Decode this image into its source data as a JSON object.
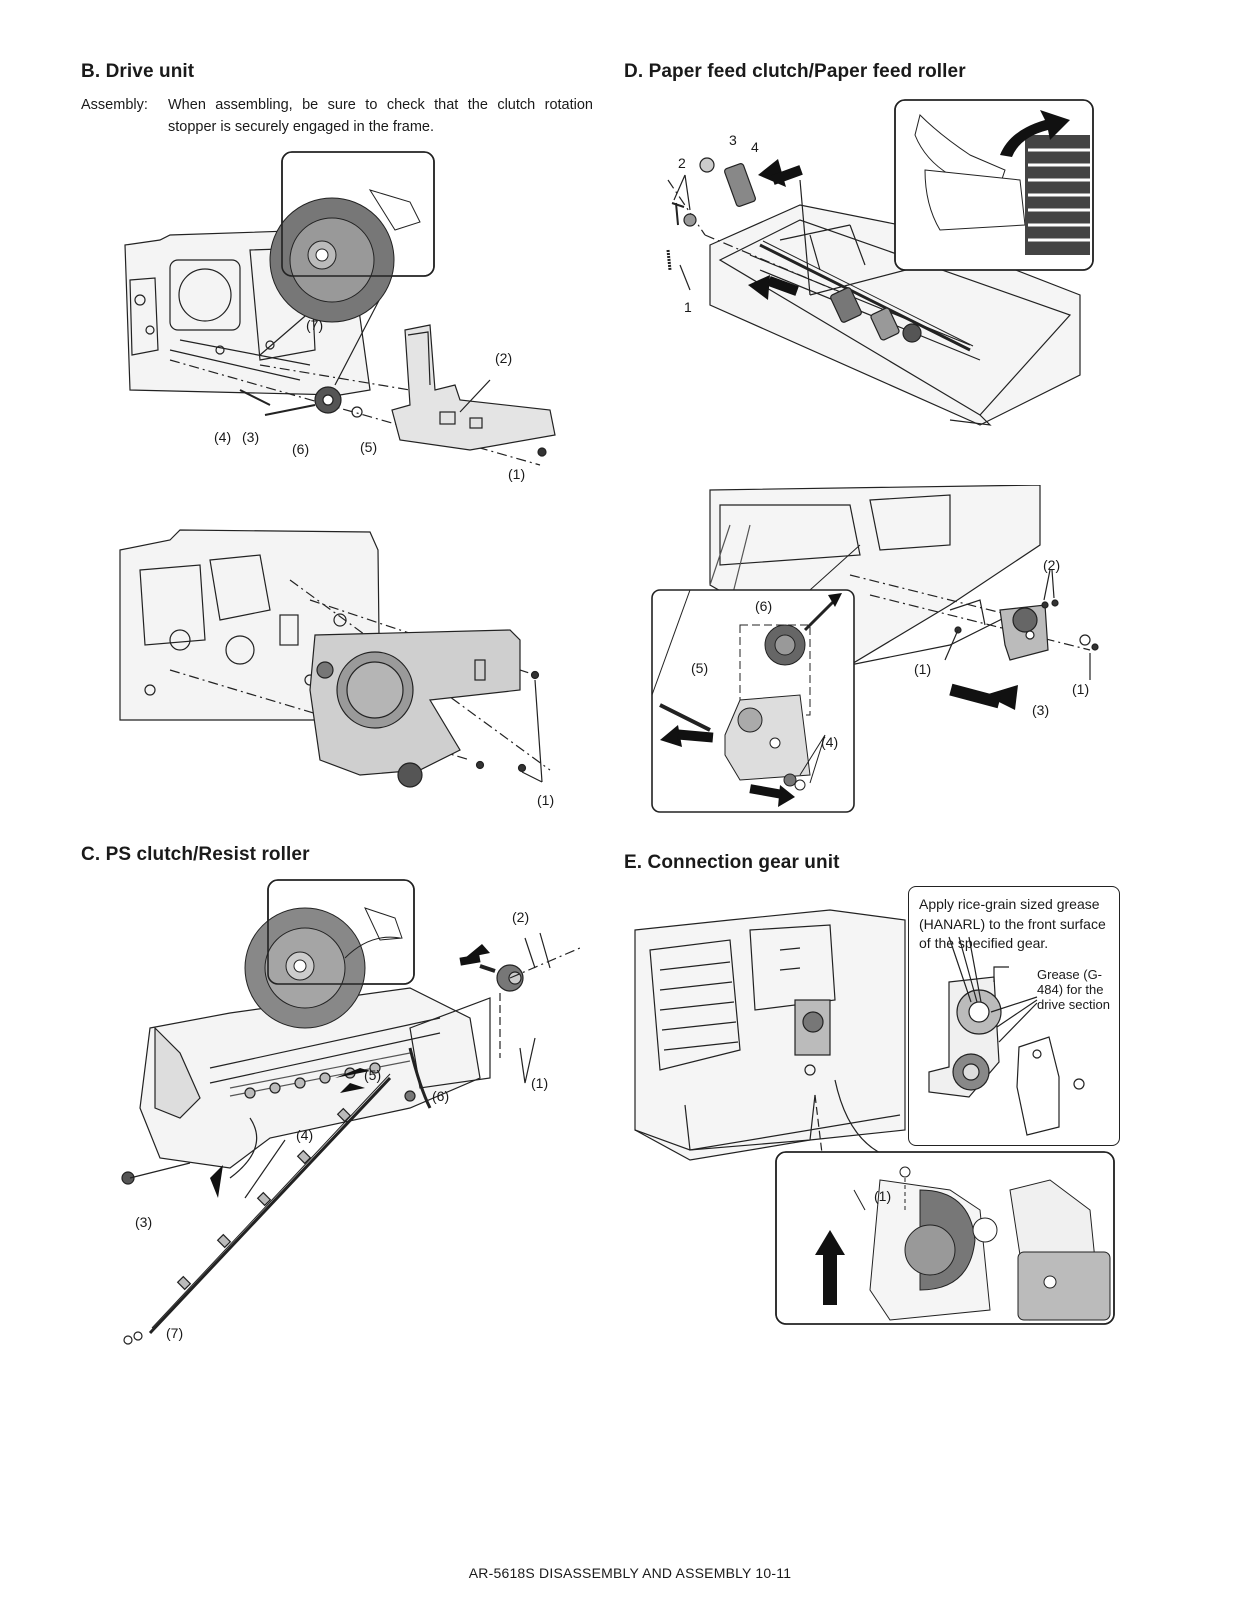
{
  "sections": {
    "B": {
      "title": "B. Drive unit",
      "note_label": "Assembly:",
      "note_text": "When assembling, be sure to check that the clutch rotation stopper is securely engaged in the frame.",
      "callouts_top": [
        "(7)",
        "(2)",
        "(4)",
        "(3)",
        "(6)",
        "(5)",
        "(1)"
      ],
      "callouts_bottom": [
        "(1)"
      ]
    },
    "C": {
      "title": "C. PS clutch/Resist roller",
      "callouts": [
        "(2)",
        "(5)",
        "(1)",
        "(6)",
        "(4)",
        "(3)",
        "(7)"
      ]
    },
    "D": {
      "title": "D. Paper feed clutch/Paper feed roller",
      "callouts_top": [
        "3",
        "2",
        "4",
        "1"
      ],
      "callouts_bottom": [
        "(2)",
        "(6)",
        "(5)",
        "(1)",
        "(1)",
        "(3)",
        "(4)"
      ]
    },
    "E": {
      "title": "E. Connection gear unit",
      "grease_note": "Apply rice-grain sized grease (HANARL) to the front surface of the specified gear.",
      "grease_sub": "Grease (G-484) for the drive section",
      "callouts": [
        "(1)"
      ]
    }
  },
  "footer": "AR-5618S DISASSEMBLY AND ASSEMBLY 10-11"
}
